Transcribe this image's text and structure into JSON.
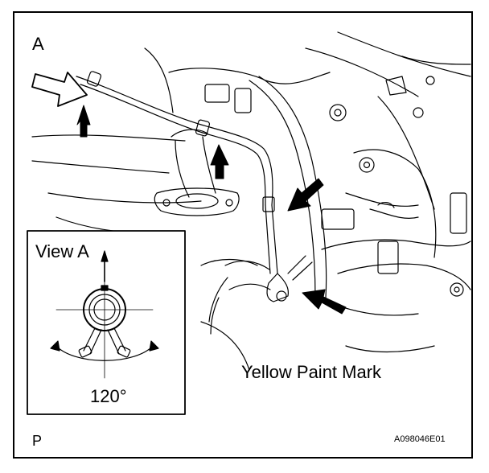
{
  "figure": {
    "corner_top_label": "A",
    "corner_bottom_label": "P",
    "paint_mark_label": "Yellow Paint Mark",
    "figure_code": "A098046E01"
  },
  "inset": {
    "title": "View A",
    "angle_label": "120°"
  },
  "colors": {
    "line": "#000000",
    "background": "#ffffff"
  }
}
